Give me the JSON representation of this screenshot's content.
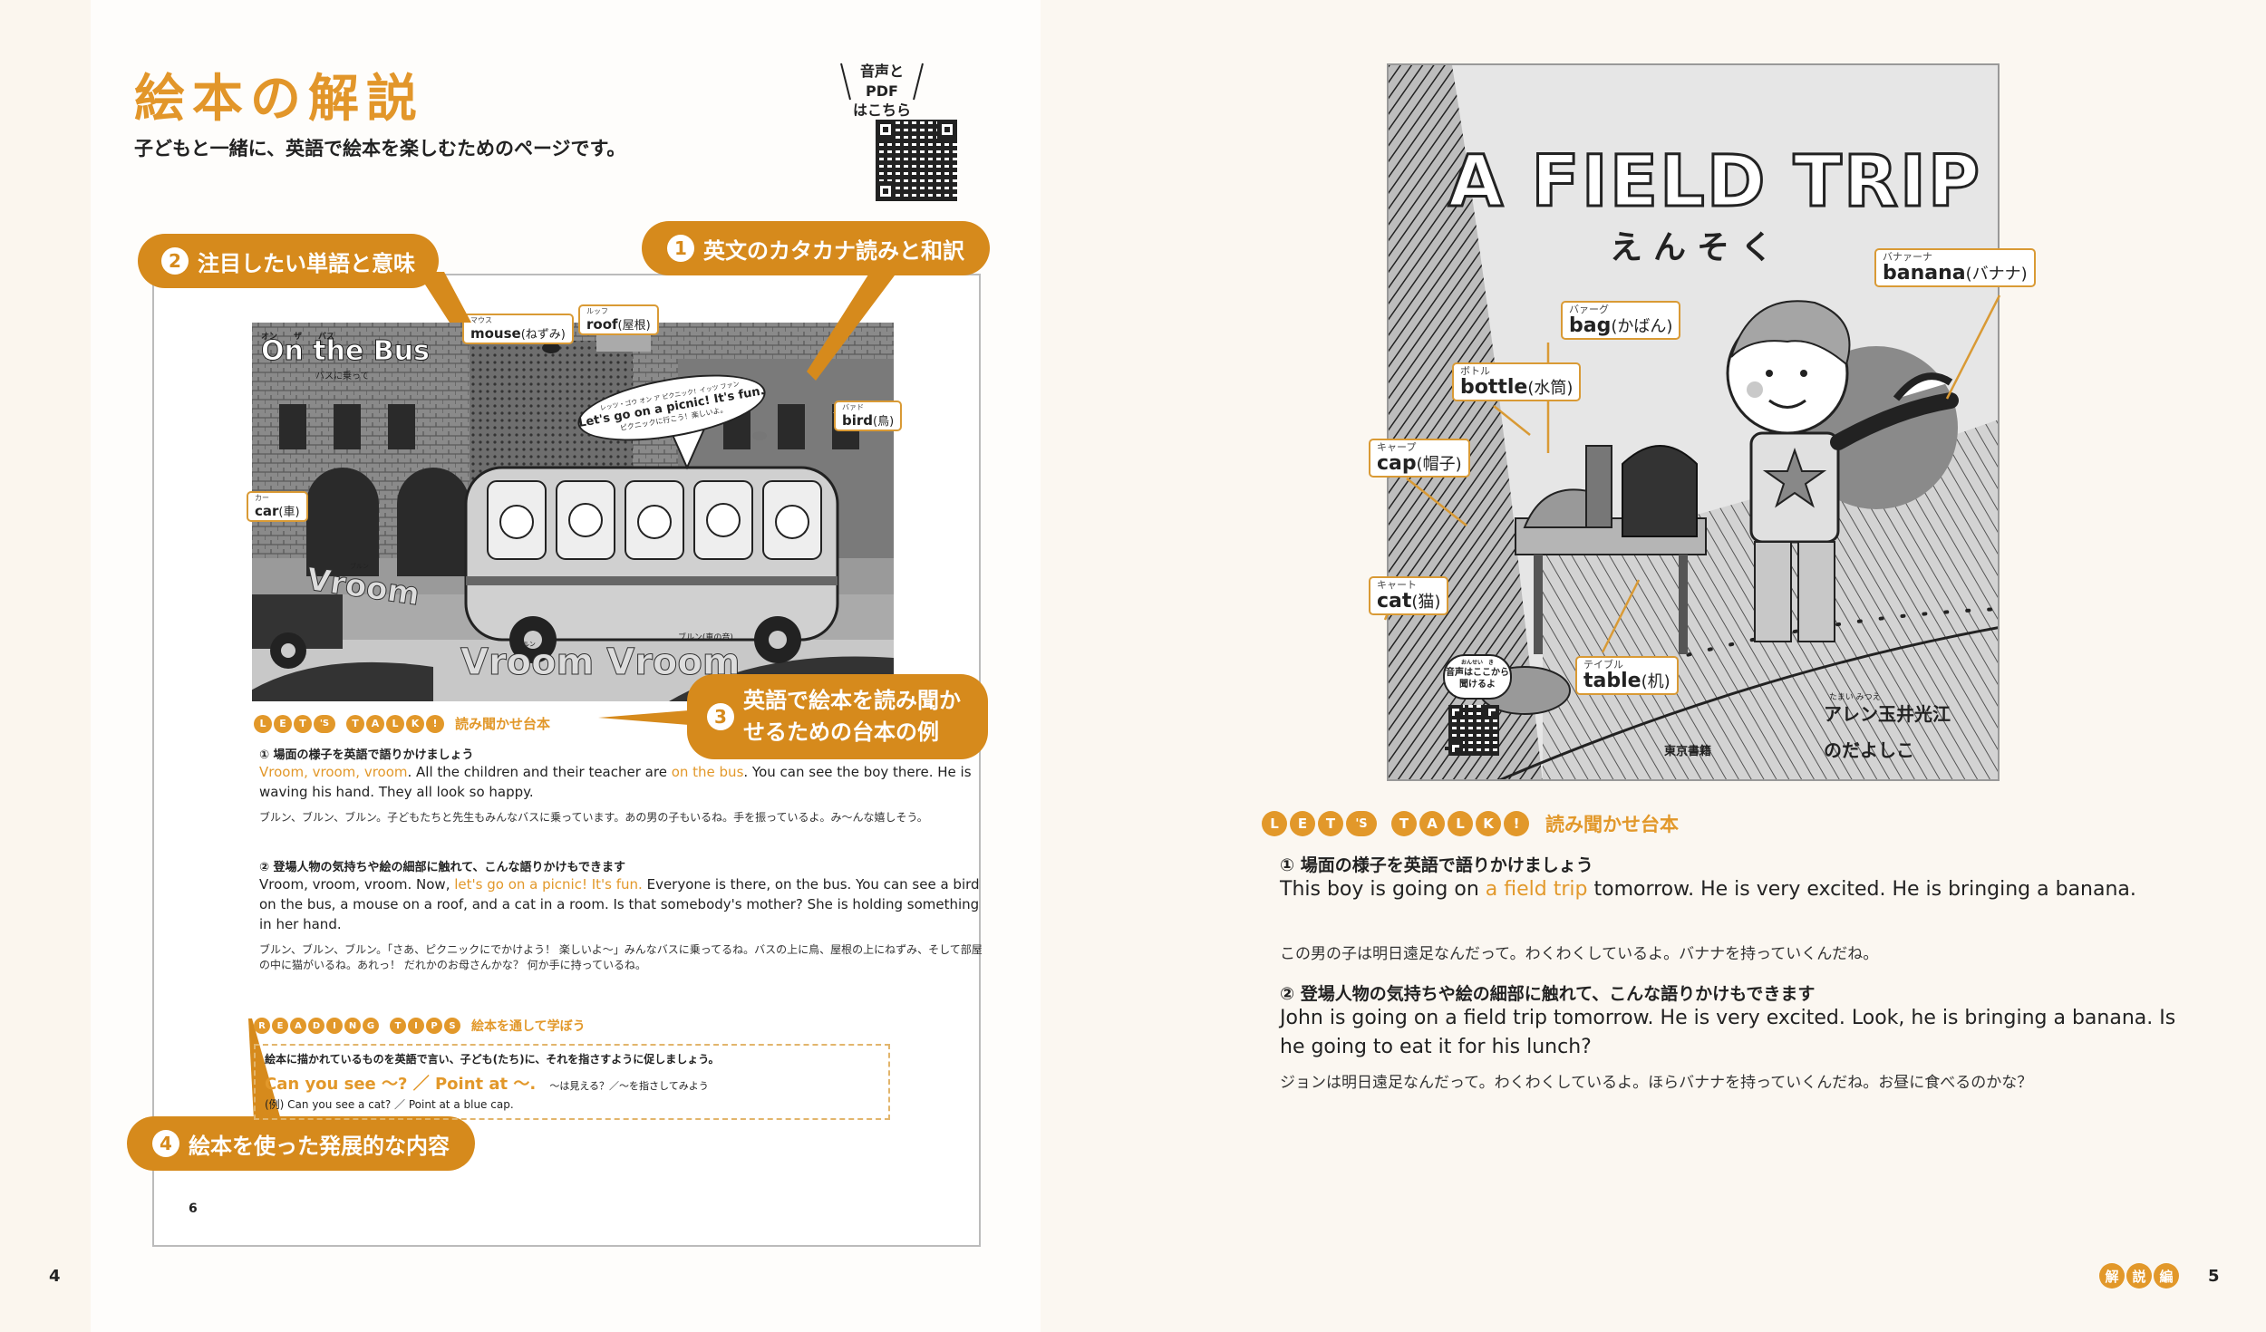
{
  "left": {
    "title": "絵本の解説",
    "subtitle": "子どもと一緒に、英語で絵本を楽しむためのページです。",
    "qr_caption": [
      "音声とPDF",
      "はこちら"
    ],
    "callouts": [
      {
        "num": "1",
        "text": "英文のカタカナ読みと和訳"
      },
      {
        "num": "2",
        "text": "注目したい単語と意味"
      },
      {
        "num": "3",
        "text": "英語で絵本を読み聞か\nせるための台本の例"
      },
      {
        "num": "4",
        "text": "絵本を使った発展的な内容"
      }
    ],
    "illustration": {
      "title": "On the Bus",
      "title_ruby": "オン　　ザ　　バス",
      "title_jp": "バスに乗って",
      "speech": "Let's go on a picnic! It's fun.",
      "speech_ruby": "レッツ・ゴウ オン ア ピクニック！イッツ ファン",
      "speech_jp": "ピクニックに行こう！楽しいよ。",
      "sound1": "Vroom",
      "sound1_ruby": "ブルン",
      "sound2": "Vroom Vroom",
      "sound2_ruby": "ブルン",
      "sound2_jp": "ブルン(車の音)",
      "labels": [
        {
          "ruby": "マウス",
          "word": "mouse",
          "meaning": "(ねずみ)"
        },
        {
          "ruby": "ルッフ",
          "word": "roof",
          "meaning": "(屋根)"
        },
        {
          "ruby": "バァド",
          "word": "bird",
          "meaning": "(鳥)"
        },
        {
          "ruby": "カー",
          "word": "car",
          "meaning": "(車)"
        }
      ]
    },
    "lets_talk": {
      "letters": [
        "L",
        "E",
        "T",
        "'S",
        "T",
        "A",
        "L",
        "K",
        "!"
      ],
      "heading": "読み聞かせ台本",
      "s1_title": "① 場面の様子を英語で語りかけましょう",
      "s1_en": [
        {
          "t": "Vroom, vroom, vroom",
          "hl": true
        },
        {
          "t": ". All the children and their teacher are ",
          "hl": false
        },
        {
          "t": "on the bus",
          "hl": true
        },
        {
          "t": ". You can see the boy there. He is waving his hand. They all look so happy.",
          "hl": false
        }
      ],
      "s1_jp": "ブルン、ブルン、ブルン。子どもたちと先生もみんなバスに乗っています。あの男の子もいるね。手を振っているよ。み～んな嬉しそう。",
      "s2_title": "② 登場人物の気持ちや絵の細部に触れて、こんな語りかけもできます",
      "s2_en": [
        {
          "t": "Vroom, vroom, vroom. Now, ",
          "hl": false
        },
        {
          "t": "let's go on a picnic! It's fun.",
          "hl": true
        },
        {
          "t": " Everyone is there, on the bus. You can see a bird on the bus, a mouse on a roof, and a cat in a room. Is that somebody's mother? She is holding something in her hand.",
          "hl": false
        }
      ],
      "s2_jp": "ブルン、ブルン、ブルン。「さあ、ピクニックにでかけよう！ 楽しいよ～」みんなバスに乗ってるね。バスの上に鳥、屋根の上にねずみ、そして部屋の中に猫がいるね。あれっ！ だれかのお母さんかな？ 何か手に持っているね。"
    },
    "reading_tips": {
      "letters": [
        "R",
        "E",
        "A",
        "D",
        "I",
        "N",
        "G",
        "T",
        "I",
        "P",
        "S"
      ],
      "heading": "絵本を通して学ぼう",
      "intro": "絵本に描かれているものを英語で言い、子ども(たち)に、それを指さすように促しましょう。",
      "phrase": "Can you see ～? ／ Point at ～.",
      "phrase_jp": "～は見える？／～を指さしてみよう",
      "example": "(例) Can you see a cat? ／ Point at a blue cap."
    },
    "inner_page_num": "6",
    "page_num": "4"
  },
  "right": {
    "cover": {
      "title": "A FIELD TRIP",
      "title_jp": "えんそく",
      "author": "アレン玉井光江",
      "author_ruby": "たまい みつえ",
      "illustrator": "のだよしこ",
      "publisher": "東京書籍",
      "audio_note": "音声はここから聞けるよ",
      "audio_ruby": "おんせい　き",
      "labels": [
        {
          "ruby": "バナァーナ",
          "word": "banana",
          "meaning": "(バナナ)"
        },
        {
          "ruby": "バァーグ",
          "word": "bag",
          "meaning": "(かばん)"
        },
        {
          "ruby": "ボトル",
          "word": "bottle",
          "meaning": "(水筒)"
        },
        {
          "ruby": "キャープ",
          "word": "cap",
          "meaning": "(帽子)"
        },
        {
          "ruby": "キャート",
          "word": "cat",
          "meaning": "(猫)"
        },
        {
          "ruby": "テイブル",
          "word": "table",
          "meaning": "(机)"
        }
      ]
    },
    "lets_talk": {
      "letters": [
        "L",
        "E",
        "T",
        "'S",
        "T",
        "A",
        "L",
        "K",
        "!"
      ],
      "heading": "読み聞かせ台本",
      "s1_title": "① 場面の様子を英語で語りかけましょう",
      "s1_en": [
        {
          "t": "This boy is going on ",
          "hl": false
        },
        {
          "t": "a field trip",
          "hl": true
        },
        {
          "t": " tomorrow. He is very excited. He is bringing a banana.",
          "hl": false
        }
      ],
      "s1_jp": "この男の子は明日遠足なんだって。わくわくしているよ。バナナを持っていくんだね。",
      "s2_title": "② 登場人物の気持ちや絵の細部に触れて、こんな語りかけもできます",
      "s2_en": "John is going on a field trip tomorrow. He is very excited. Look, he is bringing a banana. Is he going to eat it for his lunch?",
      "s2_jp": "ジョンは明日遠足なんだって。わくわくしているよ。ほらバナナを持っていくんだね。お昼に食べるのかな？"
    },
    "section_label": [
      "解",
      "説",
      "編"
    ],
    "page_num": "5"
  },
  "colors": {
    "accent": "#e2982a",
    "callout": "#d68a1c",
    "page": "#fefdfb",
    "bg": "#fbf6ee"
  }
}
